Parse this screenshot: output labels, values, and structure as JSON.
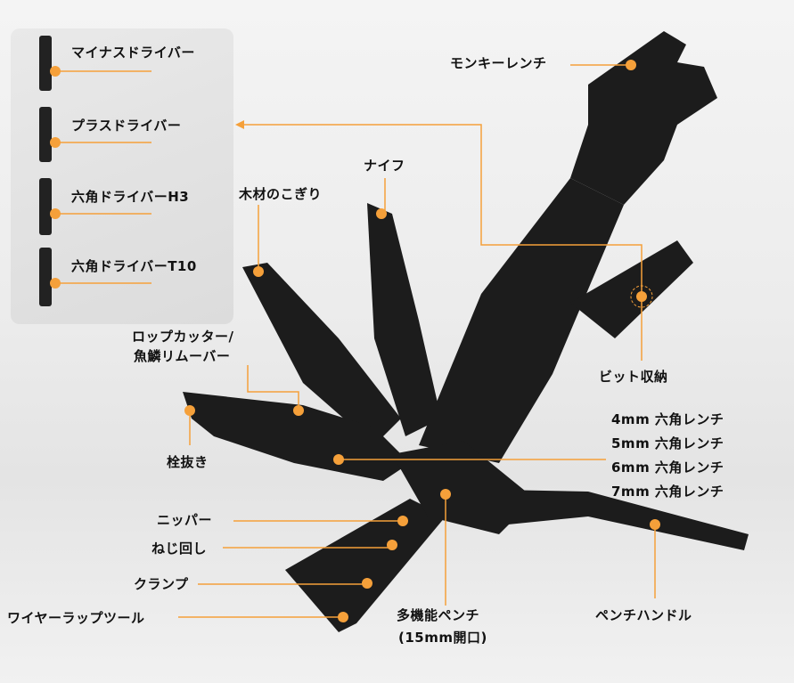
{
  "colors": {
    "accent": "#f5a03a",
    "tool": "#1c1c1c",
    "panel": "#e2e2e2"
  },
  "bits": [
    {
      "label": "マイナスドライバー"
    },
    {
      "label": "プラスドライバー"
    },
    {
      "label": "六角ドライバーH3"
    },
    {
      "label": "六角ドライバーT10"
    }
  ],
  "labels": {
    "wrench": "モンキーレンチ",
    "knife": "ナイフ",
    "saw": "木材のこぎり",
    "rope_cutter_1": "ロップカッター/",
    "rope_cutter_2": "魚鱗リムーバー",
    "bottle_opener": "栓抜き",
    "bit_storage": "ビット収納",
    "hex_4": "4mm 六角レンチ",
    "hex_5": "5mm 六角レンチ",
    "hex_6": "6mm 六角レンチ",
    "hex_7": "7mm 六角レンチ",
    "nipper": "ニッパー",
    "screwdriver": "ねじ回し",
    "clamp": "クランプ",
    "wire_wrap": "ワイヤーラップツール",
    "pliers_1": "多機能ペンチ",
    "pliers_2": "(15mm開口)",
    "handle": "ペンチハンドル"
  }
}
